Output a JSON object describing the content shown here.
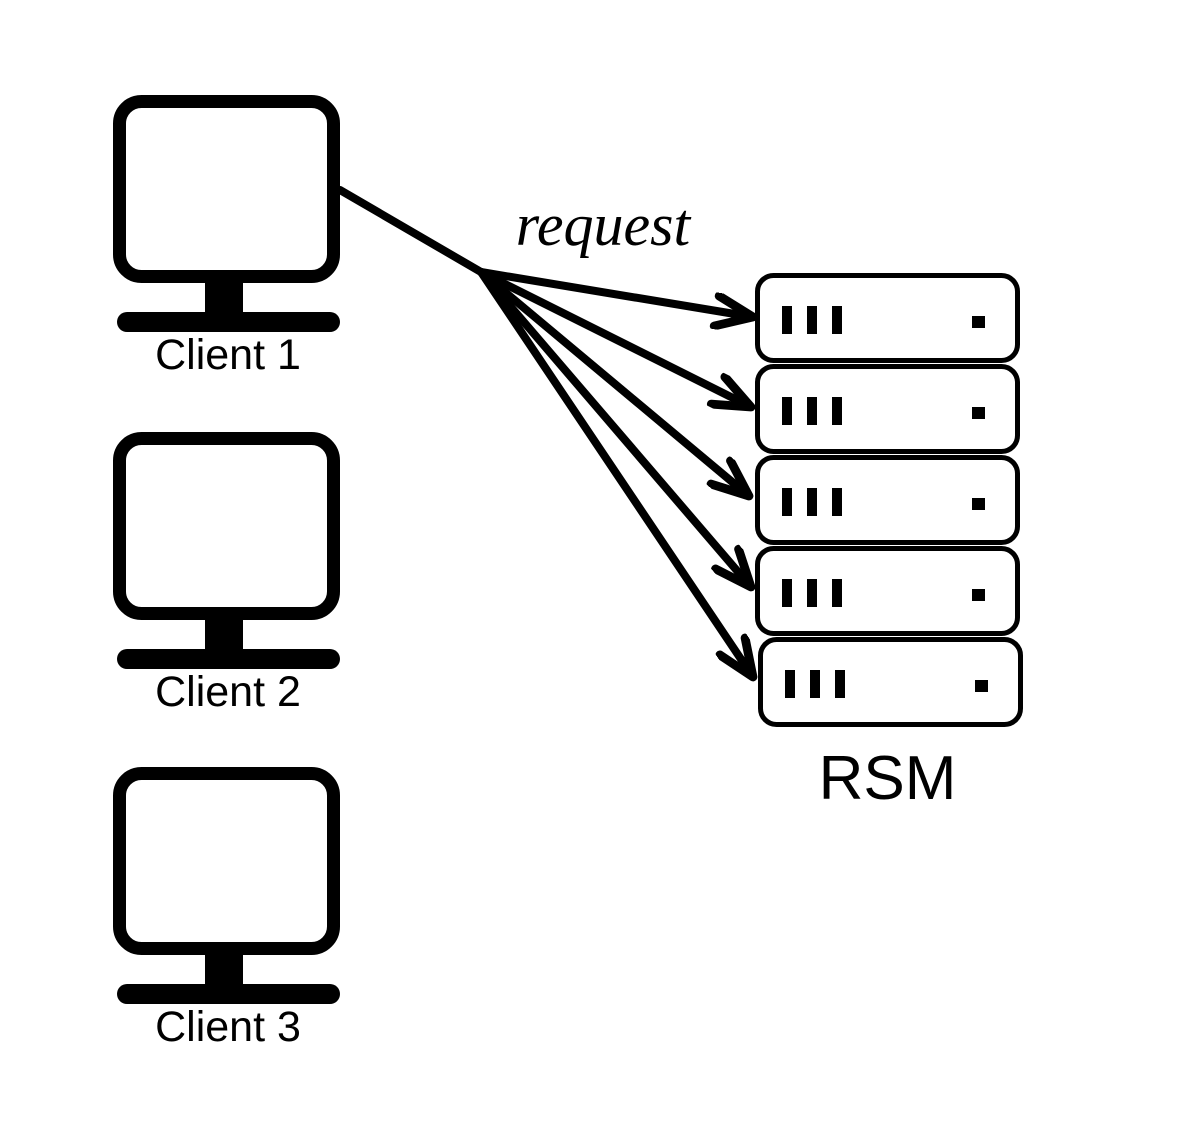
{
  "diagram": {
    "background_color": "#ffffff",
    "ink_color": "#000000",
    "request_label": "request",
    "cluster_label": "RSM",
    "clients": [
      {
        "label": "Client 1"
      },
      {
        "label": "Client 2"
      },
      {
        "label": "Client 3"
      }
    ],
    "replica_count": 5,
    "icons": {
      "client": "monitor-icon",
      "replica": "server-icon",
      "arrowhead": "open-arrowhead-icon"
    }
  }
}
